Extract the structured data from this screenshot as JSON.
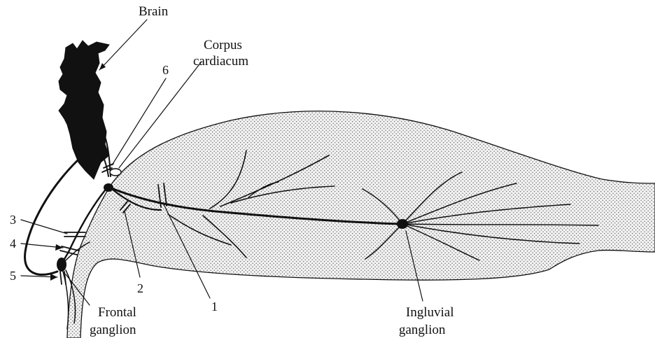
{
  "labels": {
    "brain": "Brain",
    "corpus_line1": "Corpus",
    "corpus_line2": "cardiacum",
    "frontal_line1": "Frontal",
    "frontal_line2": "ganglion",
    "ingluvial_line1": "Ingluvial",
    "ingluvial_line2": "ganglion"
  },
  "numbers": {
    "n1": "1",
    "n2": "2",
    "n3": "3",
    "n4": "4",
    "n5": "5",
    "n6": "6"
  },
  "colors": {
    "ink": "#111111",
    "stipple": "#6e6e6e",
    "background": "#ffffff"
  }
}
